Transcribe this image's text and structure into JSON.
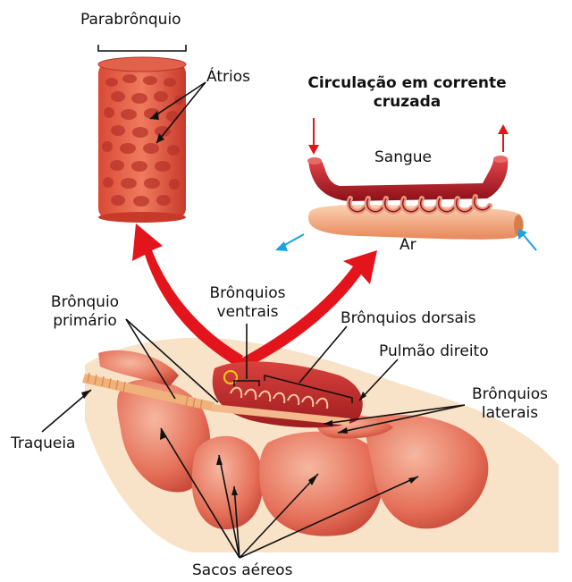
{
  "labels": {
    "parabronquio": "Parabrônquio",
    "atrios": "Átrios",
    "circulacao_line1": "Circulação em corrente",
    "circulacao_line2": "cruzada",
    "sangue": "Sangue",
    "ar": "Ar",
    "bronquio_primario_line1": "Brônquio",
    "bronquio_primario_line2": "primário",
    "bronquios_ventrais_line1": "Brônquios",
    "bronquios_ventrais_line2": "ventrais",
    "bronquios_dorsais": "Brônquios dorsais",
    "pulmao_direito": "Pulmão direito",
    "bronquios_laterais_line1": "Brônquios",
    "bronquios_laterais_line2": "laterais",
    "traqueia": "Traqueia",
    "sacos_aereos": "Sacos aéreos"
  },
  "colors": {
    "blood": "#c0202a",
    "air_tube": "#f2a57a",
    "air_sac": "#e8705c",
    "body": "#f8e2c8",
    "arrow_red": "#e3141b",
    "arrow_blue": "#1aa3e0"
  }
}
